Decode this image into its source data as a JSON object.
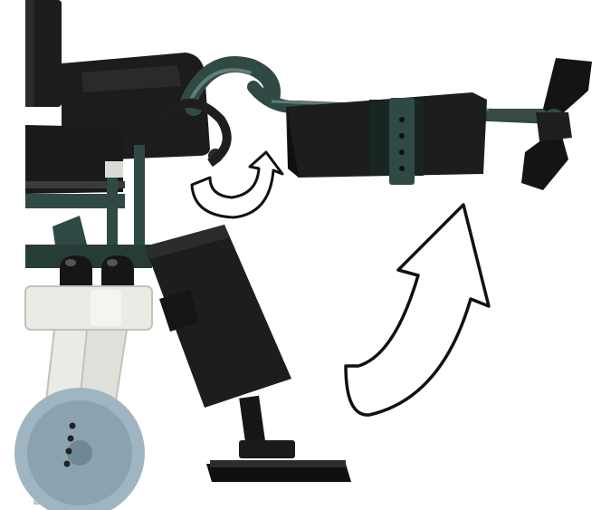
{
  "image": {
    "subject": "wheelchair-legrest-elevation-illustration",
    "colors": {
      "background": "#ffffff",
      "frame_green": "#2f4a44",
      "frame_green_light": "#5f7d76",
      "pad_black": "#1f1f1f",
      "pad_shadow": "#0e0e0e",
      "wheel_blue": "#9fb5c1",
      "caster_white": "#e9ece4",
      "arrow_fill": "#ffffff",
      "arrow_stroke": "#111111"
    },
    "icons": [
      "curved-arrow-small",
      "curved-arrow-large"
    ]
  }
}
